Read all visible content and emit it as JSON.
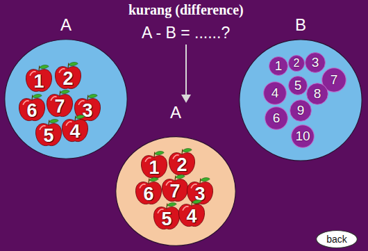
{
  "diagram": {
    "title": "kurang (difference)",
    "nodes": [
      {
        "text": [
          "A"
        ]
      },
      {
        "text": [
          "1"
        ],
        "in": 0
      },
      {
        "text": [
          "2"
        ],
        "in": 0
      },
      {
        "text": [
          "6"
        ],
        "in": 0
      },
      {
        "text": [
          "7"
        ],
        "in": 0
      },
      {
        "text": [
          "3"
        ],
        "in": 0
      },
      {
        "text": [
          "5"
        ],
        "in": 0
      },
      {
        "text": [
          "4"
        ],
        "in": 0
      },
      {
        "text": [
          "B"
        ]
      },
      {
        "text": [
          "1"
        ],
        "in": 8
      },
      {
        "text": [
          "2"
        ],
        "in": 8
      },
      {
        "text": [
          "3"
        ],
        "in": 8
      },
      {
        "text": [
          "7"
        ],
        "in": 8
      },
      {
        "text": [
          "4"
        ],
        "in": 8
      },
      {
        "text": [
          "5"
        ],
        "in": 8
      },
      {
        "text": [
          "8"
        ],
        "in": 8
      },
      {
        "text": [
          "6"
        ],
        "in": 8
      },
      {
        "text": [
          "9"
        ],
        "in": 8
      },
      {
        "text": [
          "10"
        ],
        "in": 8
      },
      {
        "text": [
          "A"
        ]
      },
      {
        "text": [
          "1"
        ],
        "in": 19
      },
      {
        "text": [
          "2"
        ],
        "in": 19
      },
      {
        "text": [
          "6"
        ],
        "in": 19
      },
      {
        "text": [
          "7"
        ],
        "in": 19
      },
      {
        "text": [
          "3"
        ],
        "in": 19
      },
      {
        "text": [
          "5"
        ],
        "in": 19
      },
      {
        "text": [
          "4"
        ],
        "in": 19
      },
      {
        "text": [
          "back"
        ]
      }
    ],
    "labels": [
      "A - B = ......?"
    ]
  }
}
